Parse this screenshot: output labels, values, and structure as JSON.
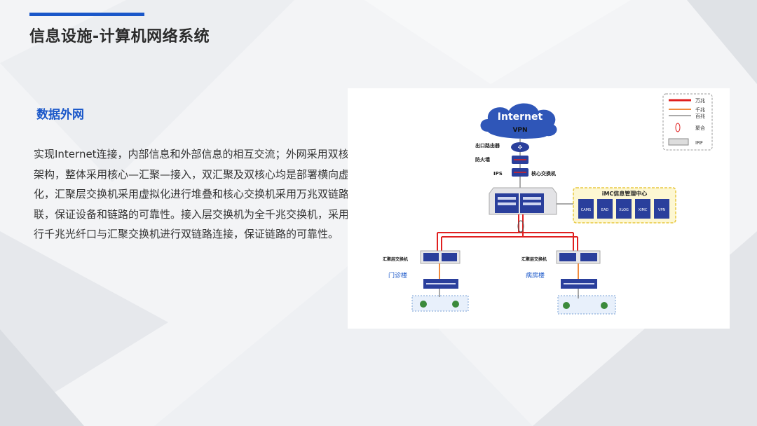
{
  "header": {
    "title": "信息设施-计算机网络系统"
  },
  "section": {
    "title": "数据外网",
    "body": "实现Internet连接，内部信息和外部信息的相互交流；外网采用双核心架构，整体采用核心—汇聚—接入，双汇聚及双核心均是部署横向虚拟化，汇聚层交换机采用虚拟化进行堆叠和核心交换机采用万兆双链路互联，保证设备和链路的可靠性。接入层交换机为全千兆交换机，采用上行千兆光纤口与汇聚交换机进行双链路连接，保证链路的可靠性。"
  },
  "diagram": {
    "cloud_label": "Internet",
    "vpn_label": "VPN",
    "router_label": "出口路由器",
    "firewall_label": "防火墙",
    "ips_label": "IPS",
    "core_switch_label": "核心交换机",
    "imc": {
      "title": "iMC信息管理中心",
      "modules": [
        "CAMS",
        "EAD",
        "XLOG",
        "XIMC",
        "VPN"
      ]
    },
    "agg_left_label": "汇聚层交换机",
    "agg_right_label": "汇聚层交换机",
    "building_left": "门诊楼",
    "building_right": "病房楼",
    "legend": {
      "items": [
        {
          "label": "万兆",
          "color": "#e02020"
        },
        {
          "label": "千兆",
          "color": "#f08a3c"
        },
        {
          "label": "百兆",
          "color": "#555555"
        },
        {
          "label": "聚合",
          "color": "#e02020"
        },
        {
          "label": "IRF",
          "color": "#888888"
        }
      ]
    }
  },
  "colors": {
    "accent": "#1a57c9",
    "link_10g": "#e02020",
    "link_1g": "#f08a3c",
    "device_blue": "#2a3f9c",
    "imc_border": "#e8c840",
    "imc_fill": "#fdf7d2"
  }
}
